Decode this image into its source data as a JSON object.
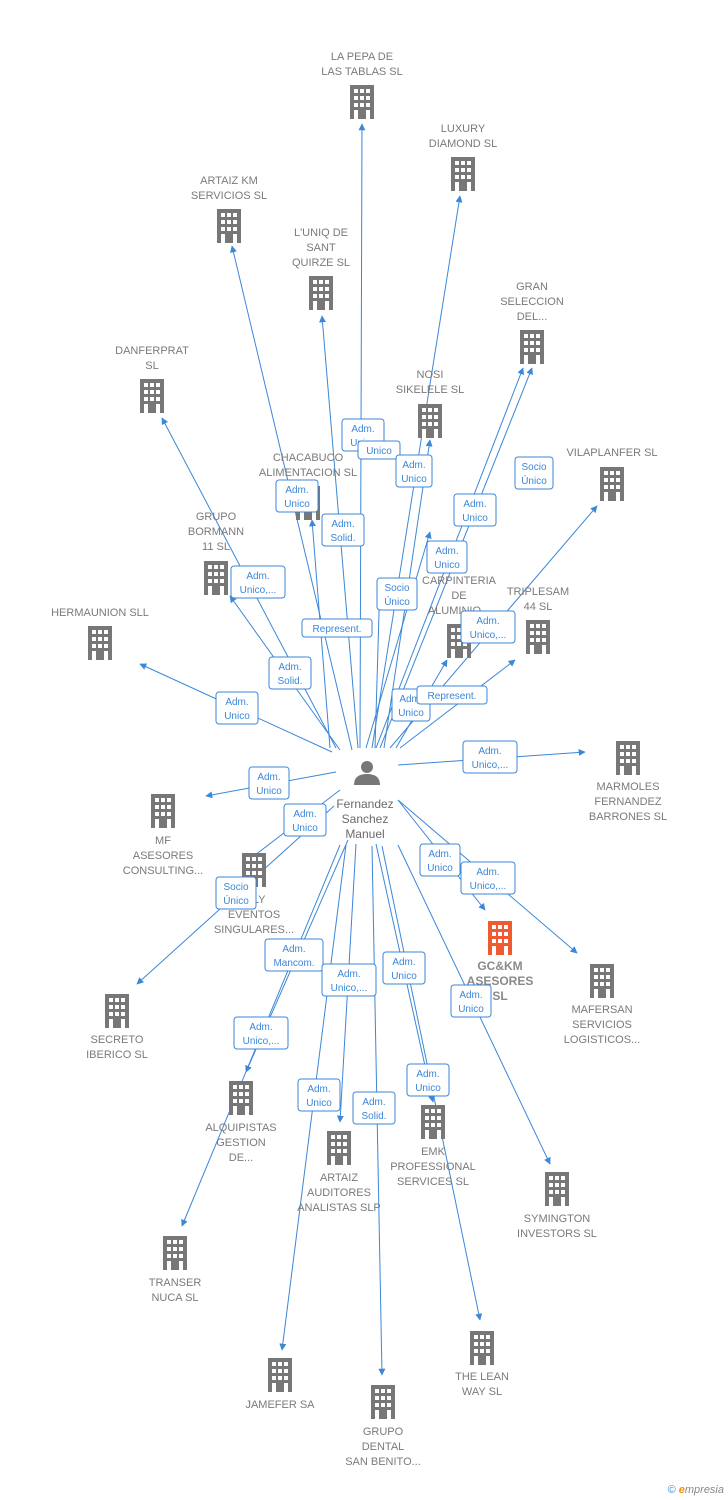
{
  "center": {
    "name_lines": [
      "Fernandez",
      "Sanchez",
      "Manuel"
    ],
    "icon": "person-icon"
  },
  "colors": {
    "edge": "#3b87d8",
    "building": "#777777",
    "highlight": "#f05a30"
  },
  "nodes": [
    {
      "id": "la-pepa",
      "lines": [
        "LA PEPA DE",
        "LAS TABLAS SL"
      ]
    },
    {
      "id": "luxury-diamond",
      "lines": [
        "LUXURY",
        "DIAMOND SL"
      ]
    },
    {
      "id": "artaiz-km",
      "lines": [
        "ARTAIZ KM",
        "SERVICIOS  SL"
      ]
    },
    {
      "id": "luniq",
      "lines": [
        "L'UNIQ DE",
        "SANT",
        "QUIRZE  SL"
      ]
    },
    {
      "id": "gran-seleccion",
      "lines": [
        "GRAN",
        "SELECCION",
        "DEL..."
      ]
    },
    {
      "id": "danferprat",
      "lines": [
        "DANFERPRAT",
        "SL"
      ]
    },
    {
      "id": "nosi",
      "lines": [
        "NOSI",
        "SIKELELE  SL"
      ]
    },
    {
      "id": "vilaplanfer",
      "lines": [
        "VILAPLANFER SL"
      ]
    },
    {
      "id": "chacabuco",
      "lines": [
        "CHACABUCO",
        "ALIMENTACION SL"
      ]
    },
    {
      "id": "bormann",
      "lines": [
        "GRUPO",
        "BORMANN",
        "11 SL"
      ]
    },
    {
      "id": "carpinteria",
      "lines": [
        "CARPINTERIA",
        "DE",
        "ALUMINIO..."
      ]
    },
    {
      "id": "triplesam",
      "lines": [
        "TRIPLESAM",
        "44  SL"
      ]
    },
    {
      "id": "hermaunion",
      "lines": [
        "HERMAUNION SLL"
      ]
    },
    {
      "id": "marmoles",
      "lines": [
        "MARMOLES",
        "FERNANDEZ",
        "BARRONES  SL"
      ]
    },
    {
      "id": "mf-asesores",
      "lines": [
        "MF",
        "ASESORES",
        "CONSULTING..."
      ]
    },
    {
      "id": "wly",
      "lines": [
        "WLY",
        "EVENTOS",
        "SINGULARES..."
      ]
    },
    {
      "id": "gckm",
      "lines": [
        "GC&KM",
        "ASESORES",
        "SL"
      ],
      "highlight": true
    },
    {
      "id": "mafersan",
      "lines": [
        "MAFERSAN",
        "SERVICIOS",
        "LOGISTICOS..."
      ]
    },
    {
      "id": "secreto",
      "lines": [
        "SECRETO",
        "IBERICO  SL"
      ]
    },
    {
      "id": "alquipistas",
      "lines": [
        "ALQUIPISTAS",
        "GESTION",
        "DE..."
      ]
    },
    {
      "id": "emk",
      "lines": [
        "EMK",
        "PROFESSIONAL",
        "SERVICES  SL"
      ]
    },
    {
      "id": "artaiz-auditores",
      "lines": [
        "ARTAIZ",
        "AUDITORES",
        "ANALISTAS SLP"
      ]
    },
    {
      "id": "symington",
      "lines": [
        "SYMINGTON",
        "INVESTORS  SL"
      ]
    },
    {
      "id": "transer",
      "lines": [
        "TRANSER",
        "NUCA  SL"
      ]
    },
    {
      "id": "jamefer",
      "lines": [
        "JAMEFER SA"
      ]
    },
    {
      "id": "grupo-dental",
      "lines": [
        "GRUPO",
        "DENTAL",
        "SAN BENITO..."
      ]
    },
    {
      "id": "the-lean-way",
      "lines": [
        "THE LEAN",
        "WAY  SL"
      ]
    }
  ],
  "edge_labels": [
    {
      "id": "e-lapepa",
      "lines": [
        "Adm.",
        "Unico"
      ]
    },
    {
      "id": "e-luniq",
      "lines": [
        "Unico"
      ]
    },
    {
      "id": "e-luxury",
      "lines": [
        "Adm.",
        "Unico"
      ]
    },
    {
      "id": "e-chacabuco",
      "lines": [
        "Adm.",
        "Unico"
      ]
    },
    {
      "id": "e-artaiz",
      "lines": [
        "Adm.",
        "Solid."
      ]
    },
    {
      "id": "e-gran",
      "lines": [
        "Adm.",
        "Unico"
      ]
    },
    {
      "id": "e-gran2",
      "lines": [
        "Socio",
        "Único"
      ]
    },
    {
      "id": "e-nosi",
      "lines": [
        "Adm.",
        "Unico"
      ]
    },
    {
      "id": "e-bormann",
      "lines": [
        "Adm.",
        "Unico,..."
      ]
    },
    {
      "id": "e-socio-carp",
      "lines": [
        "Socio",
        "Único"
      ]
    },
    {
      "id": "e-represent1",
      "lines": [
        "Represent."
      ]
    },
    {
      "id": "e-triplesam",
      "lines": [
        "Adm.",
        "Unico,..."
      ]
    },
    {
      "id": "e-danferprat",
      "lines": [
        "Adm.",
        "Solid."
      ]
    },
    {
      "id": "e-hermaunion",
      "lines": [
        "Adm.",
        "Unico"
      ]
    },
    {
      "id": "e-carp-adm",
      "lines": [
        "Adm.",
        "Unico"
      ]
    },
    {
      "id": "e-represent2",
      "lines": [
        "Represent."
      ]
    },
    {
      "id": "e-marmoles",
      "lines": [
        "Adm.",
        "Unico,..."
      ]
    },
    {
      "id": "e-mf",
      "lines": [
        "Adm.",
        "Unico"
      ]
    },
    {
      "id": "e-wly",
      "lines": [
        "Adm.",
        "Unico"
      ]
    },
    {
      "id": "e-gckm",
      "lines": [
        "Adm.",
        "Unico"
      ]
    },
    {
      "id": "e-mafersan",
      "lines": [
        "Adm.",
        "Unico,..."
      ]
    },
    {
      "id": "e-secreto",
      "lines": [
        "Socio",
        "Único"
      ]
    },
    {
      "id": "e-transer",
      "lines": [
        "Adm.",
        "Mancom."
      ]
    },
    {
      "id": "e-artaiz-aud",
      "lines": [
        "Adm.",
        "Unico,..."
      ]
    },
    {
      "id": "e-emk",
      "lines": [
        "Adm.",
        "Unico"
      ]
    },
    {
      "id": "e-symington",
      "lines": [
        "Adm.",
        "Unico"
      ]
    },
    {
      "id": "e-alquipistas",
      "lines": [
        "Adm.",
        "Unico,..."
      ]
    },
    {
      "id": "e-jamefer",
      "lines": [
        "Adm.",
        "Unico"
      ]
    },
    {
      "id": "e-dental",
      "lines": [
        "Adm.",
        "Solid."
      ]
    },
    {
      "id": "e-lean",
      "lines": [
        "Adm.",
        "Unico"
      ]
    }
  ],
  "footer": {
    "copyright": "©",
    "brand_initial": "e",
    "brand_rest": "mpresia"
  }
}
